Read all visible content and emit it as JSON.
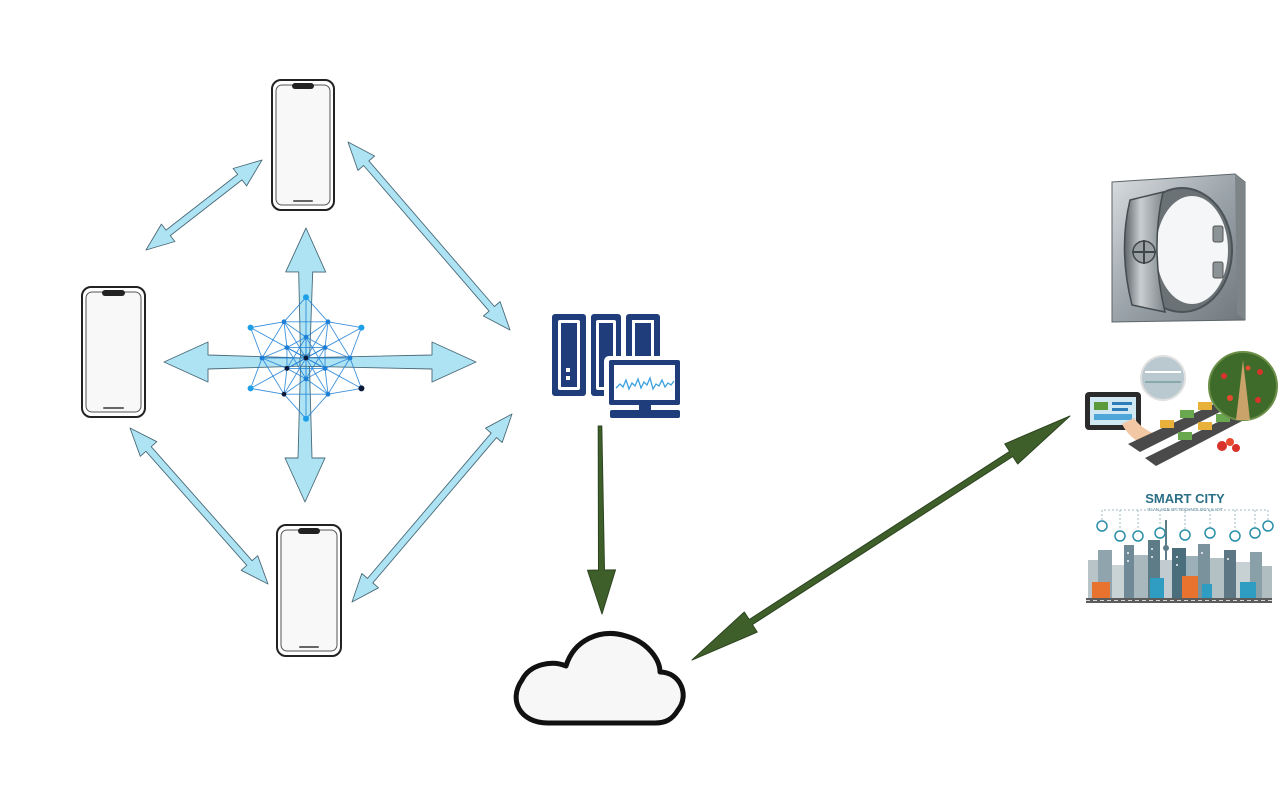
{
  "diagram": {
    "nodes": [
      {
        "id": "phone-top",
        "kind": "smartphone",
        "icon": "smartphone-icon"
      },
      {
        "id": "phone-left",
        "kind": "smartphone",
        "icon": "smartphone-icon"
      },
      {
        "id": "phone-bottom",
        "kind": "smartphone",
        "icon": "smartphone-icon"
      },
      {
        "id": "network-hub",
        "kind": "network",
        "icon": "network-mesh-icon"
      },
      {
        "id": "server",
        "kind": "server-monitor",
        "icon": "server-monitor-icon"
      },
      {
        "id": "cloud",
        "kind": "cloud",
        "icon": "cloud-icon"
      },
      {
        "id": "vault",
        "kind": "bank-vault",
        "icon": "vault-icon"
      },
      {
        "id": "smart-farming",
        "kind": "smart-agriculture",
        "icon": "greenhouse-icon"
      },
      {
        "id": "smart-city",
        "kind": "smart-city",
        "icon": "city-skyline-icon"
      }
    ],
    "edges": [
      {
        "from": "phone-top",
        "to": "phone-left",
        "style": "double",
        "color": "light-blue"
      },
      {
        "from": "phone-top",
        "to": "server",
        "style": "double",
        "color": "light-blue"
      },
      {
        "from": "phone-left",
        "to": "phone-bottom",
        "style": "double",
        "color": "light-blue"
      },
      {
        "from": "phone-bottom",
        "to": "server",
        "style": "double",
        "color": "light-blue"
      },
      {
        "from": "network-hub",
        "to": "phone-top",
        "style": "single",
        "color": "light-blue"
      },
      {
        "from": "network-hub",
        "to": "phone-left",
        "style": "single",
        "color": "light-blue"
      },
      {
        "from": "network-hub",
        "to": "phone-bottom",
        "style": "single",
        "color": "light-blue"
      },
      {
        "from": "network-hub",
        "to": "server",
        "style": "single",
        "color": "light-blue"
      },
      {
        "from": "server",
        "to": "cloud",
        "style": "single",
        "color": "dark-green"
      },
      {
        "from": "cloud",
        "to": "smart-farming",
        "style": "double",
        "color": "dark-green"
      }
    ]
  },
  "smart_city": {
    "title": "SMART CITY",
    "subtitle": "IN AN AGE OF TECHNOLOGY & IOT"
  },
  "colors": {
    "light_arrow_fill": "#aee3f3",
    "light_arrow_stroke": "#4a6a78",
    "dark_arrow_fill": "#3f5f2a",
    "dark_arrow_stroke": "#2c4420",
    "server_blue": "#1f3d7a",
    "network_blue": "#1d7fd6",
    "phone_screen": "#f8f8f8",
    "cloud_fill": "#f7f7f7"
  }
}
